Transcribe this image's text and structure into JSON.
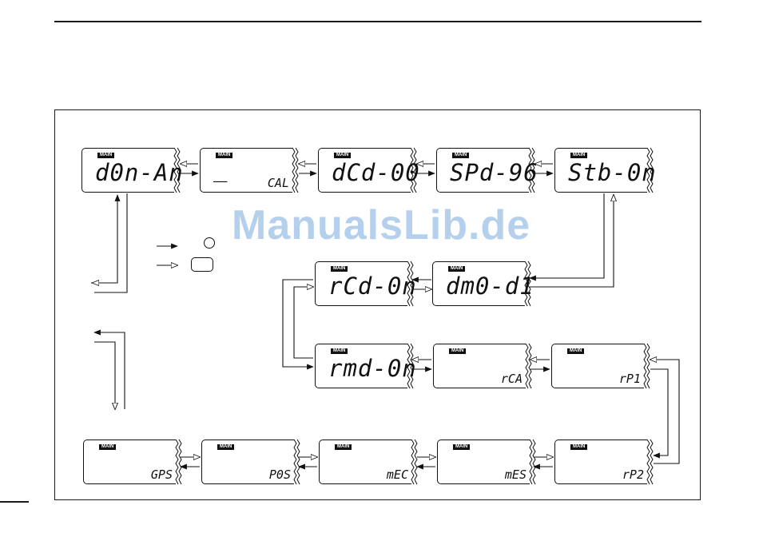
{
  "watermark": "ManualsLib.de",
  "lcd_tag": "MAIN",
  "screens": {
    "s1": {
      "big": "d0n-An",
      "small": ""
    },
    "s2": {
      "big": "_",
      "small": "CAL"
    },
    "s3": {
      "big": "dCd-00",
      "small": ""
    },
    "s4": {
      "big": "SPd-96",
      "small": ""
    },
    "s5": {
      "big": "Stb-0n",
      "small": ""
    },
    "s6": {
      "big": "rCd-0n",
      "small": ""
    },
    "s7": {
      "big": "dm0-d1",
      "small": ""
    },
    "s8": {
      "big": "rmd-0n",
      "small": ""
    },
    "s9": {
      "big": "",
      "small": "rCA"
    },
    "s10": {
      "big": "",
      "small": "rP1"
    },
    "s11": {
      "big": "",
      "small": "GPS"
    },
    "s12": {
      "big": "",
      "small": "P0S"
    },
    "s13": {
      "big": "",
      "small": "mEC"
    },
    "s14": {
      "big": "",
      "small": "mES"
    },
    "s15": {
      "big": "",
      "small": "rP2"
    }
  },
  "legend": {
    "solid_arrow_key": "round-key-icon",
    "open_arrow_key": "rect-key-icon"
  }
}
